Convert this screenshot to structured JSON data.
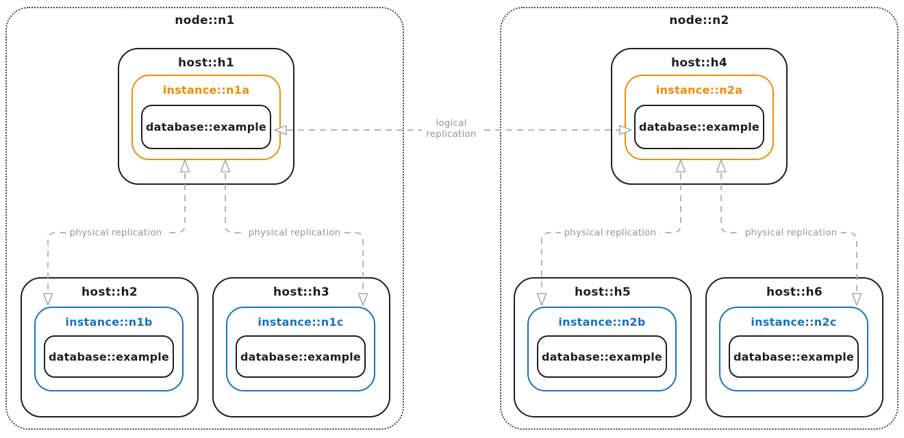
{
  "colors": {
    "ink": "#1e1e1e",
    "orange": "#f08c00",
    "blue": "#1971c2",
    "arrow_gray": "#a5abb0",
    "label_gray": "#8f979d"
  },
  "nodes": [
    {
      "label": "node::n1",
      "hosts": [
        {
          "label": "host::h1",
          "instance": {
            "label": "instance::n1a",
            "color": "#f08c00"
          },
          "database": {
            "label": "database::example"
          }
        },
        {
          "label": "host::h2",
          "instance": {
            "label": "instance::n1b",
            "color": "#1971c2"
          },
          "database": {
            "label": "database::example"
          }
        },
        {
          "label": "host::h3",
          "instance": {
            "label": "instance::n1c",
            "color": "#1971c2"
          },
          "database": {
            "label": "database::example"
          }
        }
      ]
    },
    {
      "label": "node::n2",
      "hosts": [
        {
          "label": "host::h4",
          "instance": {
            "label": "instance::n2a",
            "color": "#f08c00"
          },
          "database": {
            "label": "database::example"
          }
        },
        {
          "label": "host::h5",
          "instance": {
            "label": "instance::n2b",
            "color": "#1971c2"
          },
          "database": {
            "label": "database::example"
          }
        },
        {
          "label": "host::h6",
          "instance": {
            "label": "instance::n2c",
            "color": "#1971c2"
          },
          "database": {
            "label": "database::example"
          }
        }
      ]
    }
  ],
  "connectors": {
    "physical": [
      {
        "label": "physical replication"
      },
      {
        "label": "physical replication"
      },
      {
        "label": "physical replication"
      },
      {
        "label": "physical replication"
      }
    ],
    "logical": {
      "line1": "logical",
      "line2": "replication"
    }
  }
}
